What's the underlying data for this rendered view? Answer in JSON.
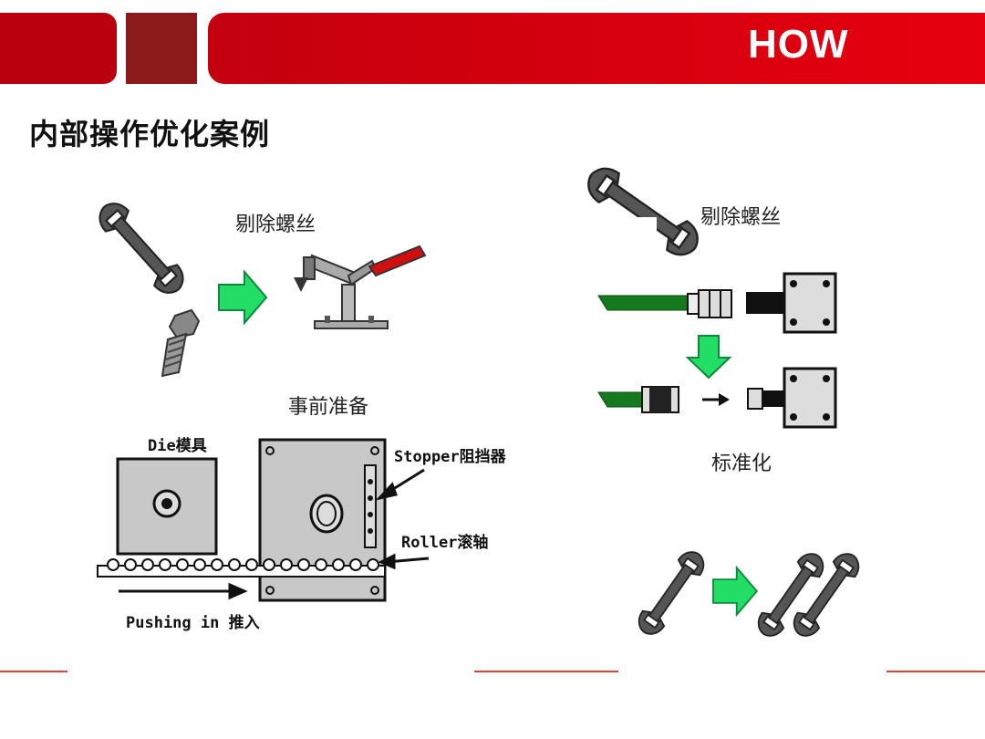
{
  "header": {
    "tag": "HOW",
    "colors": {
      "dark": "#b8000e",
      "main": "#e0000f",
      "square": "#8c1a1a"
    }
  },
  "slide": {
    "title": "内部操作优化案例"
  },
  "left_panel": {
    "top_caption": "剔除螺丝",
    "mid_caption": "事前准备",
    "die_label": "Die模具",
    "stopper_label": "Stopper阻挡器",
    "roller_label": "Roller滚轴",
    "push_label": "Pushing in 推入"
  },
  "right_panel": {
    "top_caption": "剔除螺丝",
    "bottom_caption": "标准化"
  },
  "arrow_color": "#22dd66",
  "footer": {
    "line_color": "#d9453a"
  }
}
